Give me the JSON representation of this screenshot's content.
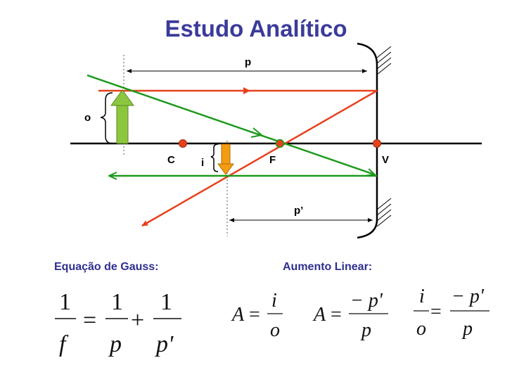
{
  "title": "Estudo Analítico",
  "diagram": {
    "labels": {
      "object": "o",
      "image": "i",
      "center": "C",
      "focus": "F",
      "vertex": "V",
      "object_distance": "p",
      "image_distance": "p’"
    }
  },
  "gauss": {
    "heading": "Equação de Gauss:",
    "one": "1",
    "f": "f",
    "p": "p",
    "pprime": "p'",
    "eq": "=",
    "plus": "+"
  },
  "linear": {
    "heading": "Aumento Linear:",
    "A": "A",
    "eq": "=",
    "i": "i",
    "o": "o",
    "minus_pprime": "− p'",
    "p": "p"
  },
  "colors": {
    "title": "#3b3b9b",
    "heading": "#2f2f8f",
    "red_ray": "#e8401c",
    "green_ray": "#1d9a1d",
    "object_arrow": "#8cc63f",
    "image_arrow": "#f39c12",
    "point": "#e8401c"
  }
}
